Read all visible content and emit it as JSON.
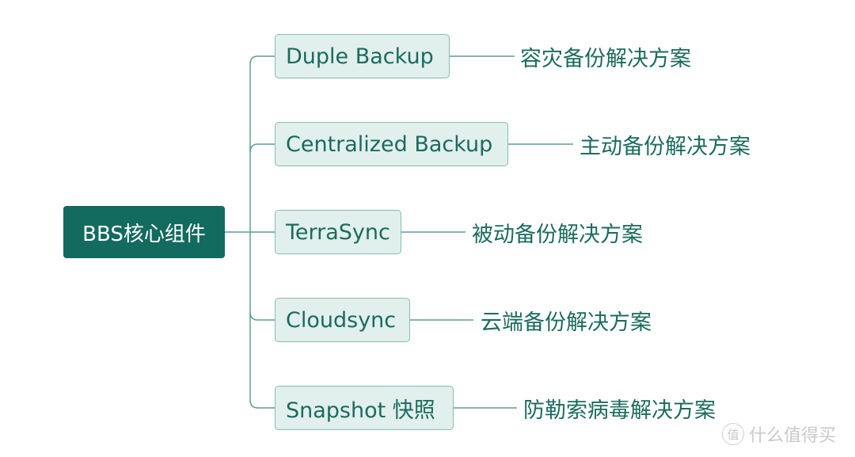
{
  "root": {
    "label": "BBS核心组件"
  },
  "branches": [
    {
      "label": "Duple Backup",
      "description": "容灾备份解决方案"
    },
    {
      "label": "Centralized Backup",
      "description": "主动备份解决方案"
    },
    {
      "label": "TerraSync",
      "description": "被动备份解决方案"
    },
    {
      "label": "Cloudsync",
      "description": "云端备份解决方案"
    },
    {
      "label": "Snapshot 快照",
      "description": "防勒索病毒解决方案"
    }
  ],
  "watermark": {
    "seal": "值",
    "text": "什么值得买"
  },
  "colors": {
    "root": "#136a5e",
    "node_fill": "#e1efed",
    "node_border": "#86bcb3",
    "text": "#1b6b5e",
    "line": "#5f9e94"
  }
}
